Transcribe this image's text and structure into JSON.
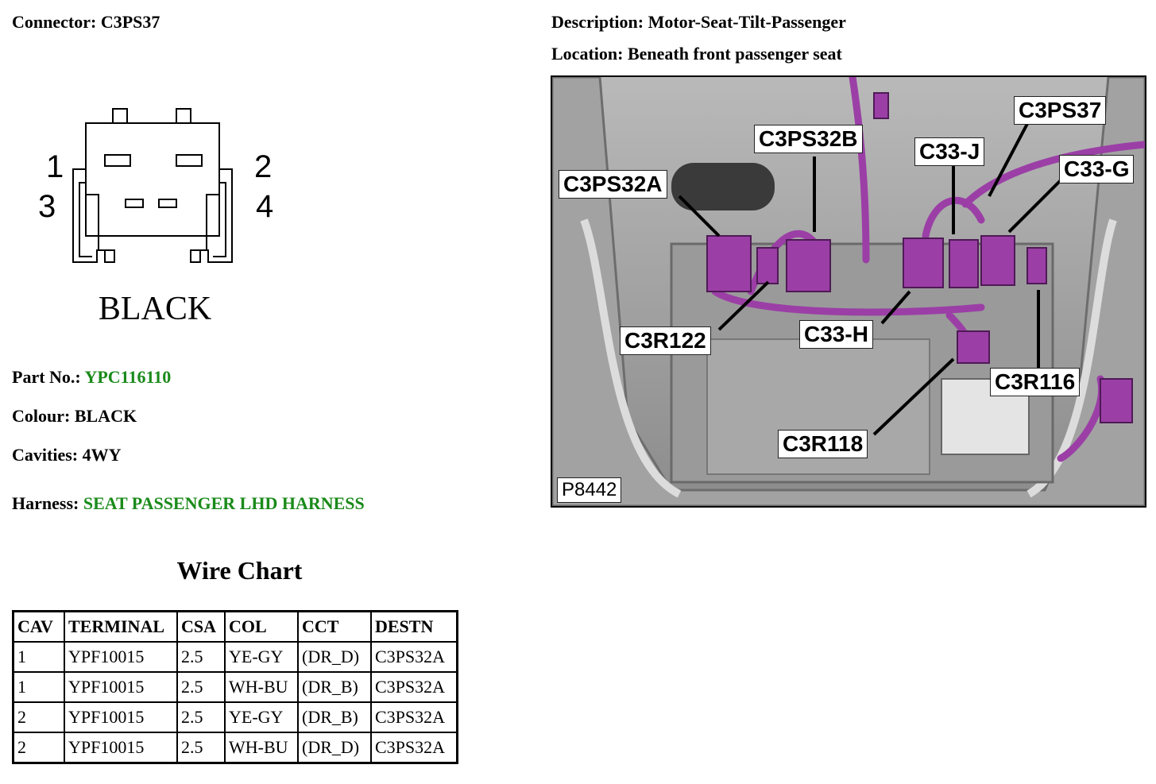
{
  "connector": {
    "label": "Connector:",
    "value": "C3PS37"
  },
  "description": {
    "label": "Description:",
    "value": "Motor-Seat-Tilt-Passenger"
  },
  "location": {
    "label": "Location:",
    "value": "Beneath front passenger seat"
  },
  "diagram": {
    "pins": [
      "1",
      "2",
      "3",
      "4"
    ],
    "color_label": "BLACK"
  },
  "part_no": {
    "label": "Part No.:",
    "value": "YPC116110",
    "value_color": "#1a8a1a"
  },
  "colour": {
    "label": "Colour:",
    "value": "BLACK"
  },
  "cavities": {
    "label": "Cavities:",
    "value": "4WY"
  },
  "harness": {
    "label": "Harness:",
    "value": "SEAT PASSENGER LHD HARNESS",
    "value_color": "#1a8a1a"
  },
  "photo": {
    "id": "P8442",
    "callouts": [
      "C3PS37",
      "C3PS32B",
      "C33-J",
      "C3PS32A",
      "C33-G",
      "C3R122",
      "C33-H",
      "C3R116",
      "C3R118"
    ],
    "connector_color": "#9b3fa6"
  },
  "wire_chart": {
    "title": "Wire Chart",
    "headers": [
      "CAV",
      "TERMINAL",
      "CSA",
      "COL",
      "CCT",
      "DESTN"
    ],
    "rows": [
      [
        "1",
        "YPF10015",
        "2.5",
        "YE-GY",
        "(DR_D)",
        "C3PS32A"
      ],
      [
        "1",
        "YPF10015",
        "2.5",
        "WH-BU",
        "(DR_B)",
        "C3PS32A"
      ],
      [
        "2",
        "YPF10015",
        "2.5",
        "YE-GY",
        "(DR_B)",
        "C3PS32A"
      ],
      [
        "2",
        "YPF10015",
        "2.5",
        "WH-BU",
        "(DR_D)",
        "C3PS32A"
      ]
    ]
  }
}
